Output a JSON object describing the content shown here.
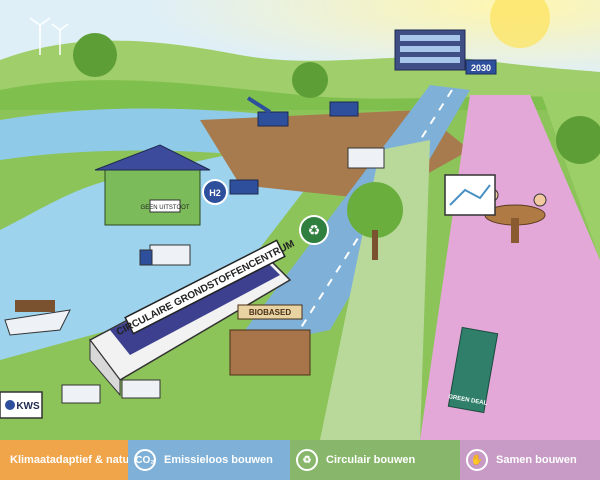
{
  "signs": {
    "center_sign": "CIRCULAIRE GRONDSTOFFENCENTRUM",
    "year_sign": "2030",
    "building_label": "GEEN UITSTOOT",
    "hydrogen_badge": "H2",
    "brand_sign": "KWS",
    "shop_label": "BIOBASED",
    "board_label": "GREEN DEAL"
  },
  "legend": {
    "items": [
      {
        "label": "Klimaatadaptief & natuurinclusief",
        "color": "#f0a54a",
        "icon": "none"
      },
      {
        "label": "Emissieloos bouwen",
        "color": "#7fb1d8",
        "icon": "co2-leaf-icon"
      },
      {
        "label": "Circulair bouwen",
        "color": "#88b66a",
        "icon": "recycle-icon"
      },
      {
        "label": "Samen bouwen",
        "color": "#c79bc6",
        "icon": "handshake-icon"
      }
    ]
  }
}
